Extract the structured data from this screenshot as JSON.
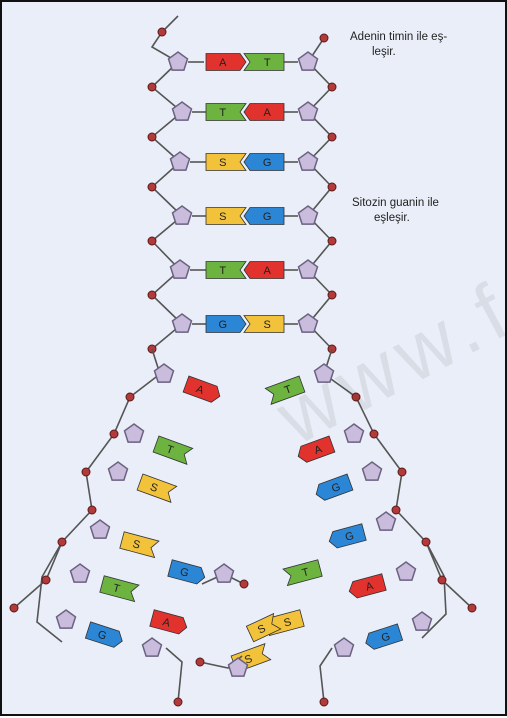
{
  "annotations": {
    "at_pairing_line1": "Adenin timin ile eş-",
    "at_pairing_line2": "leşir.",
    "cg_pairing_line1": "Sitozin guanin ile",
    "cg_pairing_line2": "eşleşir."
  },
  "watermark": "www.f",
  "colors": {
    "adenine": "#e2322d",
    "thymine": "#6db33f",
    "cytosine": "#f2c23a",
    "guanine": "#2b86d6",
    "sugar": "#c9bcdc",
    "phosphate": "#b23a3a"
  },
  "helix_pairs": [
    {
      "left": "A",
      "right": "T"
    },
    {
      "left": "T",
      "right": "A"
    },
    {
      "left": "S",
      "right": "G"
    },
    {
      "left": "S",
      "right": "G"
    },
    {
      "left": "T",
      "right": "A"
    },
    {
      "left": "G",
      "right": "S"
    }
  ],
  "left_fork_bases": [
    "A",
    "T",
    "S",
    "S",
    "T",
    "G"
  ],
  "right_fork_bases": [
    "T",
    "A",
    "G",
    "G",
    "A",
    "G"
  ],
  "new_strand_bases_left": [
    "G",
    "A",
    "S"
  ],
  "new_strand_bases_right": [
    "T",
    "S"
  ],
  "free_base": "S"
}
